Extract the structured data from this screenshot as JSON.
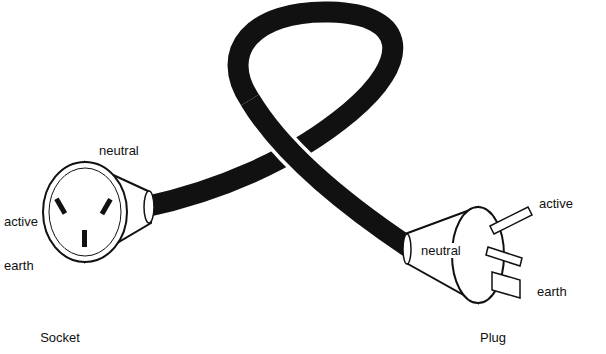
{
  "diagram": {
    "labels": [
      "active",
      "neutral",
      "earth",
      "Socket",
      "active",
      "neutral",
      "earth",
      "Plug"
    ]
  }
}
